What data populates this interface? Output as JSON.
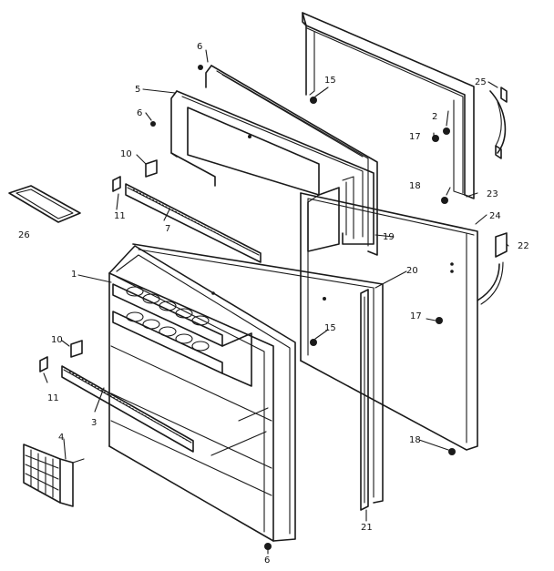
{
  "diagram": {
    "type": "exploded-parts-diagram",
    "callouts": {
      "c1": "1",
      "c2": "2",
      "c3": "3",
      "c4": "4",
      "c5": "5",
      "c6a": "6",
      "c6b": "6",
      "c6c": "6",
      "c7": "7",
      "c10a": "10",
      "c10b": "10",
      "c11a": "11",
      "c11b": "11",
      "c15a": "15",
      "c15b": "15",
      "c17a": "17",
      "c17b": "17",
      "c18a": "18",
      "c18b": "18",
      "c19": "19",
      "c20": "20",
      "c21": "21",
      "c22": "22",
      "c23": "23",
      "c24": "24",
      "c25": "25",
      "c26": "26"
    }
  }
}
